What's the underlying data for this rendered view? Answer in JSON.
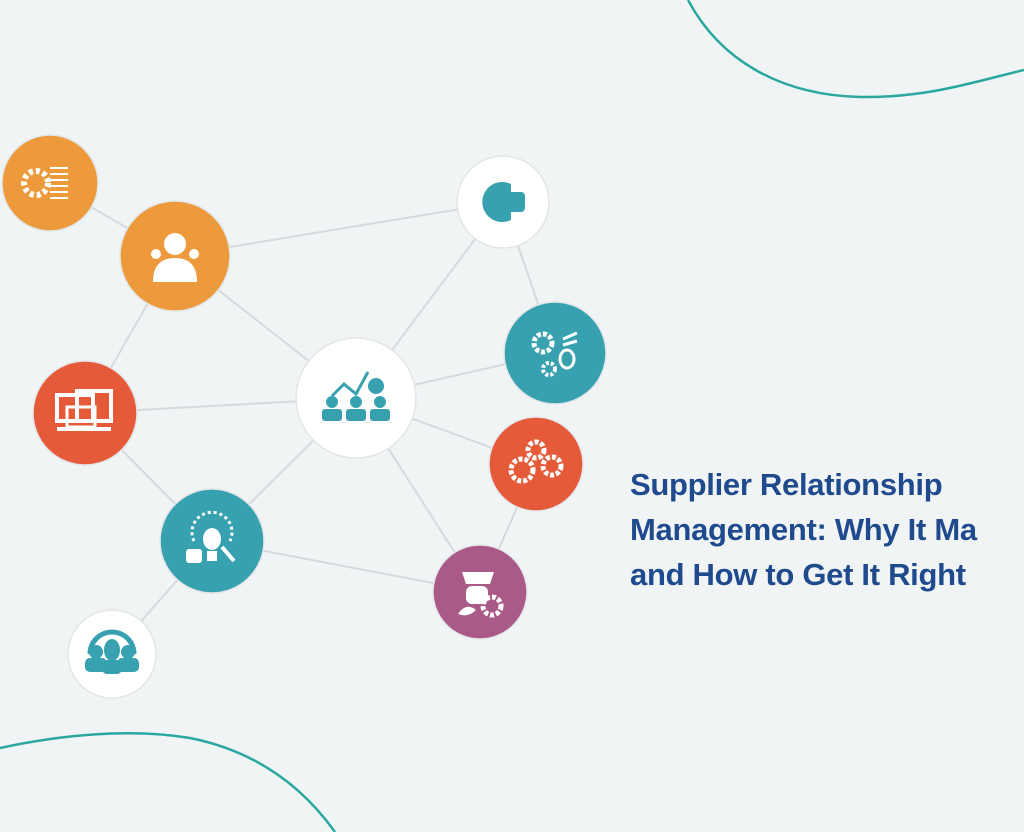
{
  "title": {
    "lines": [
      "Supplier Relationship",
      "Management: Why It Ma",
      "and How to Get It Right"
    ]
  },
  "colors": {
    "background": "#f1f4f5",
    "title": "#1f4a8e",
    "wave": "#2aa8a0",
    "orange": "#ec9a3c",
    "red": "#e55b3a",
    "teal": "#38a1b0",
    "purple": "#a95a86",
    "white_node": "#ffffff",
    "link": "#d6dadc"
  },
  "nodes": [
    {
      "id": "settings-document",
      "icon": "gear-document-icon",
      "fill": "orange"
    },
    {
      "id": "team-leader",
      "icon": "person-group-icon",
      "fill": "orange"
    },
    {
      "id": "puzzle-strategy",
      "icon": "puzzle-head-icon",
      "fill": "white_node"
    },
    {
      "id": "online-shopping",
      "icon": "shopping-cart-screen-icon",
      "fill": "red"
    },
    {
      "id": "team-growth",
      "icon": "team-chart-icon",
      "fill": "white_node"
    },
    {
      "id": "innovation-settings",
      "icon": "gears-bulb-icon",
      "fill": "teal"
    },
    {
      "id": "process-gears",
      "icon": "gears-icon",
      "fill": "red"
    },
    {
      "id": "idea-research",
      "icon": "bulb-search-icon",
      "fill": "teal"
    },
    {
      "id": "worker-settings",
      "icon": "worker-gear-icon",
      "fill": "purple"
    },
    {
      "id": "customer-group",
      "icon": "people-group-icon",
      "fill": "white_node"
    }
  ]
}
